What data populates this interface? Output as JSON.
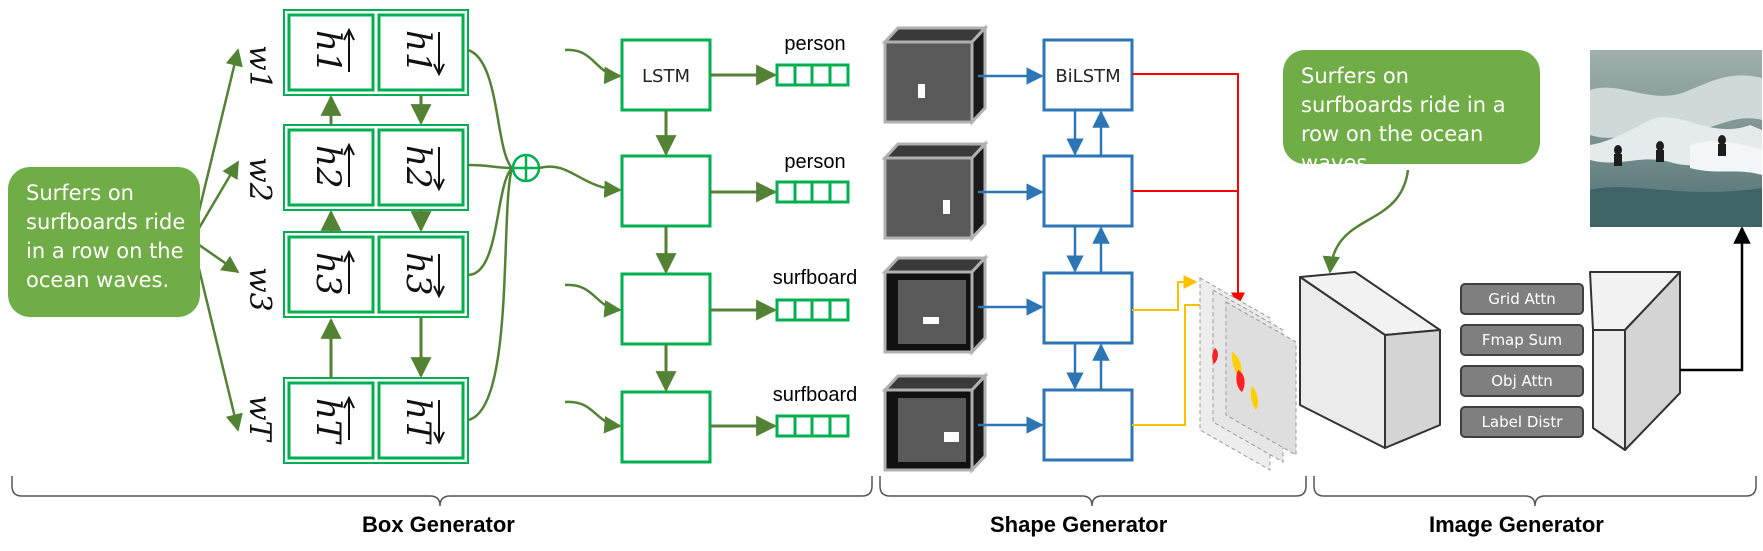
{
  "callouts": {
    "left_caption": "Surfers on surfboards ride in a row on the ocean waves.",
    "right_caption": "Surfers on surfboards ride in a row on the ocean waves."
  },
  "sections": {
    "box": "Box Generator",
    "shape": "Shape Generator",
    "image": "Image Generator"
  },
  "box_generator": {
    "word_labels": [
      "w1",
      "w2",
      "w3",
      "wT"
    ],
    "encoder_cells": [
      {
        "fwd": "h1",
        "bwd": "h1"
      },
      {
        "fwd": "h2",
        "bwd": "h2"
      },
      {
        "fwd": "h3",
        "bwd": "h3"
      },
      {
        "fwd": "hT",
        "bwd": "hT"
      }
    ],
    "decoder_label": "LSTM",
    "outputs": [
      "person",
      "person",
      "surfboard",
      "surfboard"
    ]
  },
  "shape_generator": {
    "cell_label": "BiLSTM"
  },
  "image_generator": {
    "modules": [
      "Grid Attn",
      "Fmap Sum",
      "Obj Attn",
      "Label Distr"
    ]
  },
  "colors": {
    "green": "#548235",
    "bright_green": "#00b050",
    "blue": "#2e75b6",
    "red": "#ff0000",
    "orange": "#ffc000",
    "callout": "#70ad47"
  }
}
